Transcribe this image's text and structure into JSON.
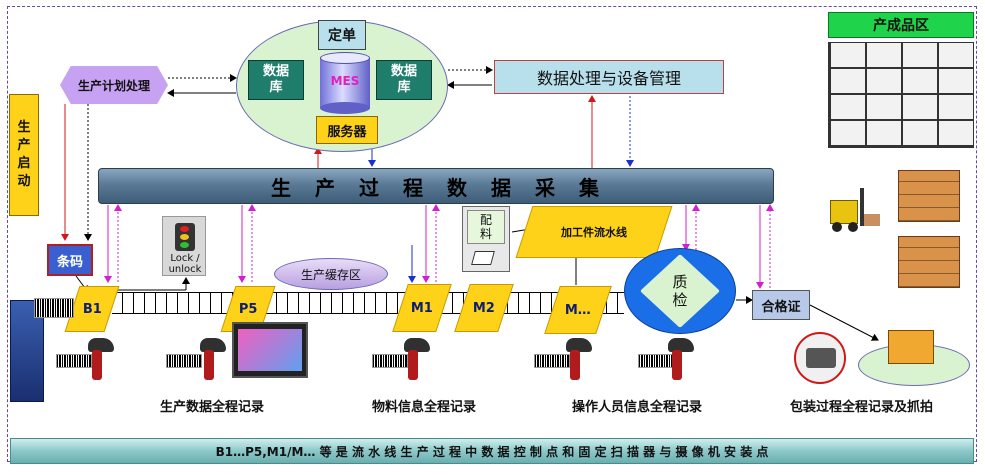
{
  "labels": {
    "order": "定单",
    "database": "数据库",
    "database_l1": "数据",
    "database_l2": "库",
    "mes": "MES",
    "server": "服务器",
    "plan": "生产计划处理",
    "data_mgmt": "数据处理与设备管理",
    "finished_zone": "产成品区",
    "start_l1": "生",
    "start_l2": "产",
    "start_l3": "启",
    "start_l4": "动",
    "collection": "生　产　过　程　数　据　采　集",
    "barcode": "条码",
    "lock": "Lock /",
    "unlock": "unlock",
    "buffer": "生产缓存区",
    "material_l1": "配",
    "material_l2": "料",
    "line": "加工件流水线",
    "qc_l1": "质",
    "qc_l2": "检",
    "cert": "合格证",
    "footer": "B1…P5,M1/M… 等 是 流 水 线 生 产 过 程 中 数 据 控 制 点 和 固 定 扫 描 器 与 摄 像 机 安 装 点"
  },
  "stations": [
    "B1",
    "P5",
    "M1",
    "M2",
    "M…"
  ],
  "captions": {
    "production": "生产数据全程记录",
    "material": "物料信息全程记录",
    "operator": "操作人员信息全程记录",
    "packing": "包装过程全程记录及抓拍"
  },
  "colors": {
    "blue_box": "#3a5fd0",
    "cyan_box": "#b7e0ec",
    "yellow": "#ffd21a",
    "purple": "#c8a2f2",
    "ellipse": "#d9f2d0",
    "dark_green": "#1f7e6b",
    "bar": "#5a7a96",
    "footer_bar": "#8cc8c8"
  }
}
